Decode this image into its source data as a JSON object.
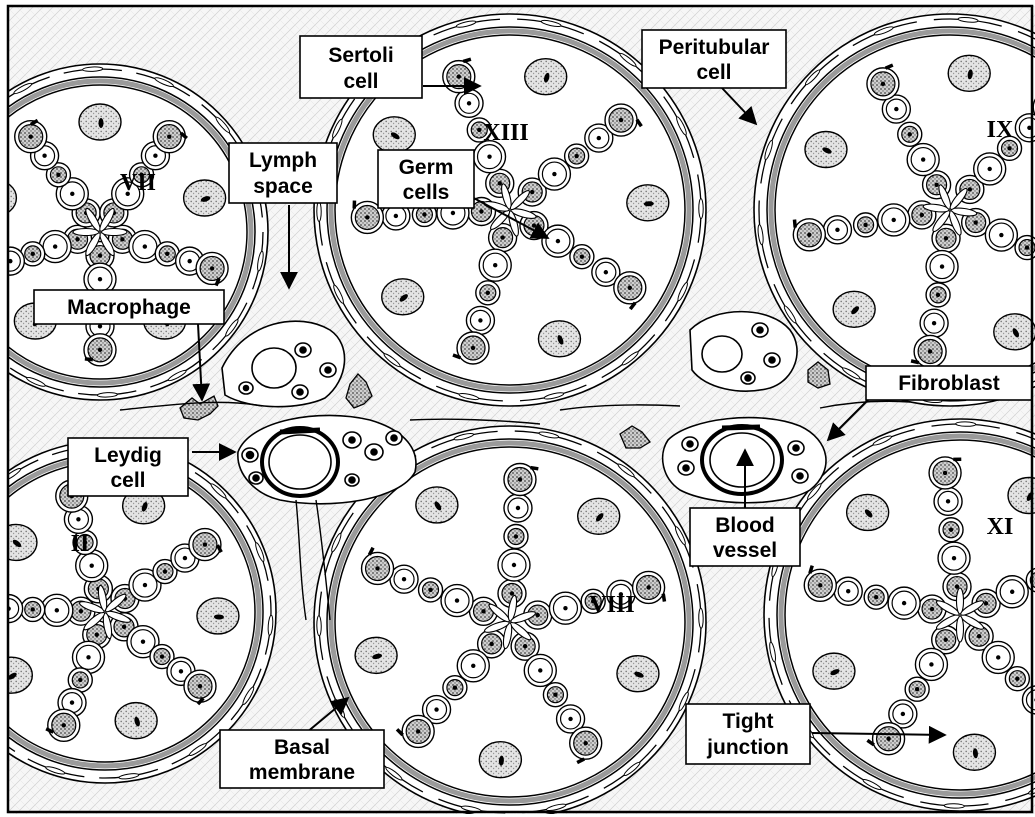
{
  "diagram": {
    "tubule_stages": {
      "top_left": "VII",
      "top_middle": "XIII",
      "top_right": "IX",
      "bottom_left": "II",
      "bottom_middle": "VIII",
      "bottom_right": "XI"
    },
    "labels": {
      "sertoli": [
        "Sertoli",
        "cell"
      ],
      "peritubular": [
        "Peritubular",
        "cell"
      ],
      "lymph": [
        "Lymph",
        "space"
      ],
      "germ": [
        "Germ",
        "cells"
      ],
      "macrophage": [
        "Macrophage"
      ],
      "fibroblast": [
        "Fibroblast"
      ],
      "leydig": [
        "Leydig",
        "cell"
      ],
      "blood_vessel": [
        "Blood",
        "vessel"
      ],
      "tight_junction": [
        "Tight",
        "junction"
      ],
      "basal_membrane": [
        "Basal",
        "membrane"
      ]
    },
    "colors": {
      "ink": "#000000",
      "background": "#ffffff",
      "interstitial": "#f3f3f3",
      "nucleus": "#d9d9d9"
    }
  }
}
